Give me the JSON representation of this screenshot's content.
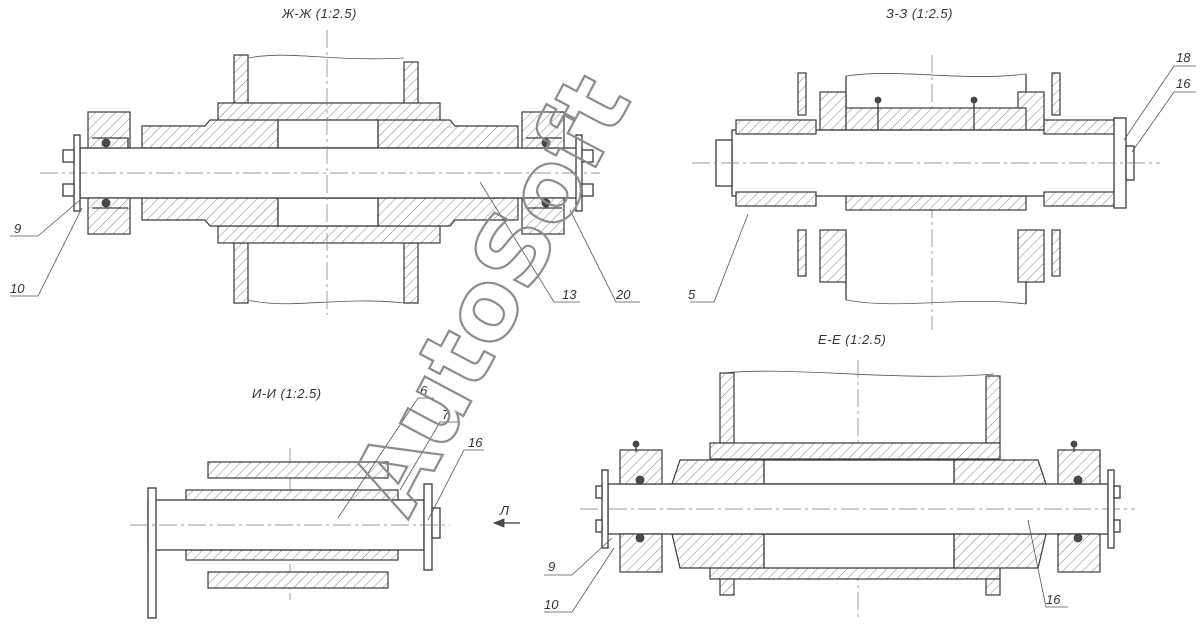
{
  "sections": {
    "zh": "Ж-Ж (1:2.5)",
    "z": "З-З (1:2.5)",
    "i": "И-И (1:2.5)",
    "e": "Е-Е (1:2.5)"
  },
  "callouts": {
    "zh_9": "9",
    "zh_10": "10",
    "zh_13": "13",
    "zh_20": "20",
    "z_5": "5",
    "z_18": "18",
    "z_16": "16",
    "i_6": "6",
    "i_7": "7",
    "i_16": "16",
    "e_9": "9",
    "e_10": "10",
    "e_16": "16"
  },
  "view_arrow": "Л",
  "watermark": "AutoSoft"
}
